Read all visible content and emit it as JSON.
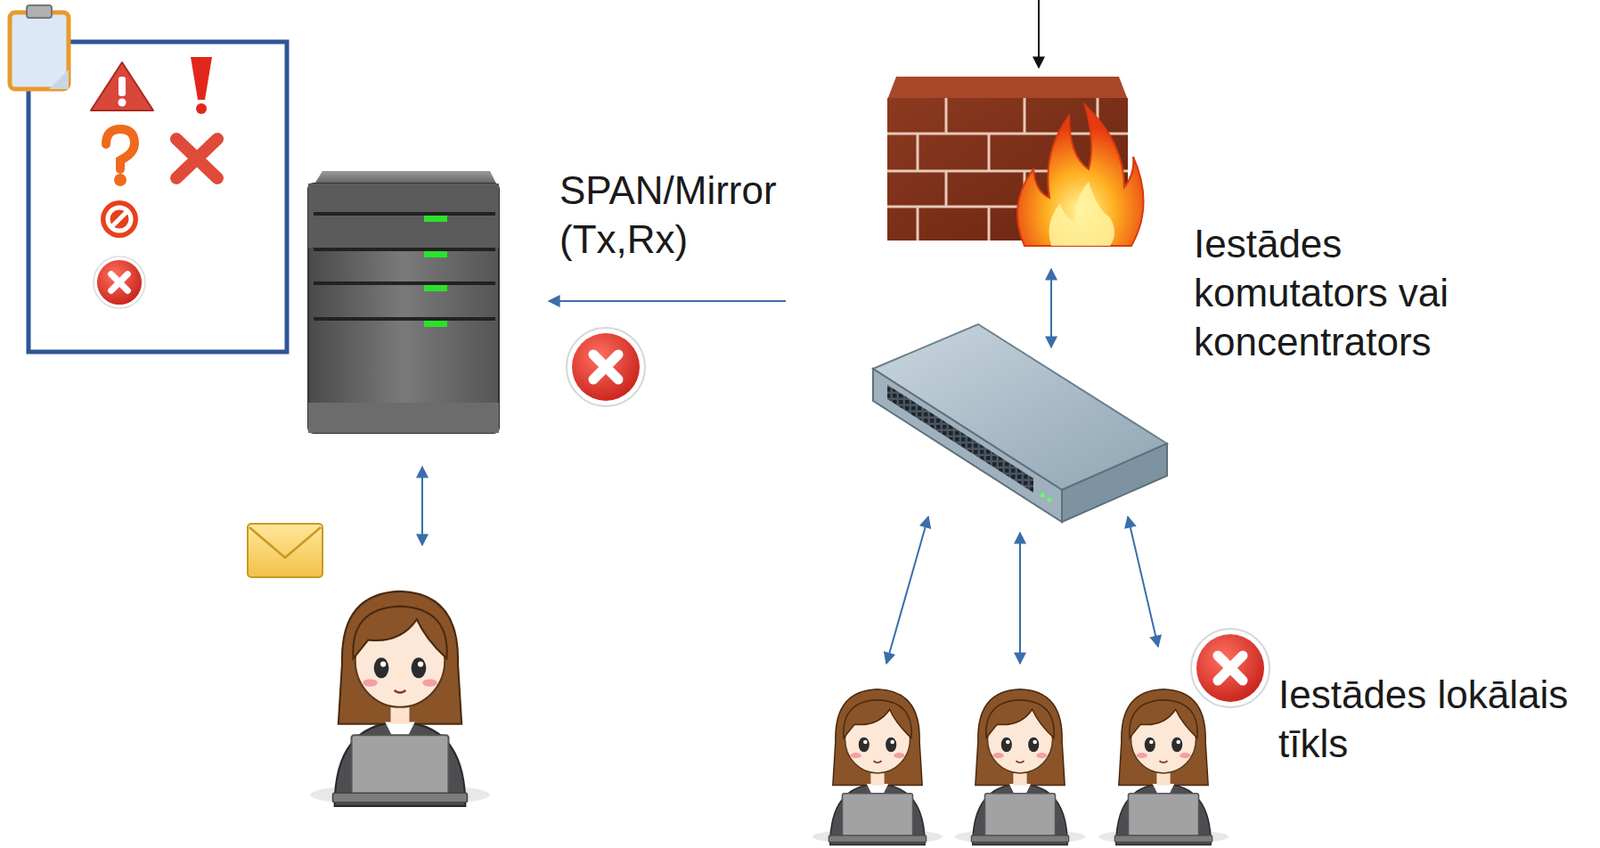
{
  "diagram": {
    "labels": [
      "SPAN/Mirror (Tx,Rx)",
      "Iestādes komutators vai koncentrators",
      "Iestādes lokālais tīkls"
    ]
  }
}
